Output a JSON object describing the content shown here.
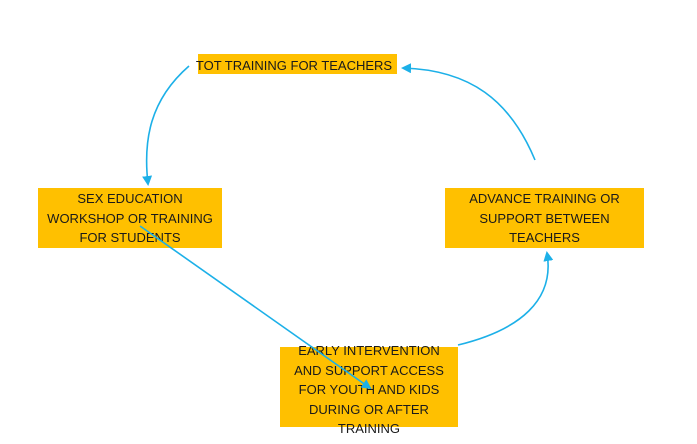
{
  "nodes": {
    "top": {
      "lines": [
        "TOT TRAINING FOR TEACHERS"
      ]
    },
    "left": {
      "lines": [
        "SEX EDUCATION",
        "WORKSHOP OR TRAINING",
        "FOR STUDENTS"
      ]
    },
    "right": {
      "lines": [
        "ADVANCE TRAINING OR",
        "SUPPORT BETWEEN",
        "TEACHERS"
      ]
    },
    "bottom": {
      "lines": [
        "EARLY INTERVENTION",
        "AND SUPPORT ACCESS",
        "FOR YOUTH AND KIDS",
        "DURING OR AFTER",
        "TRAINING"
      ]
    }
  },
  "colors": {
    "box_fill": "#ffc000",
    "arrow": "#1cb0e8",
    "text": "#1a1a1a"
  }
}
